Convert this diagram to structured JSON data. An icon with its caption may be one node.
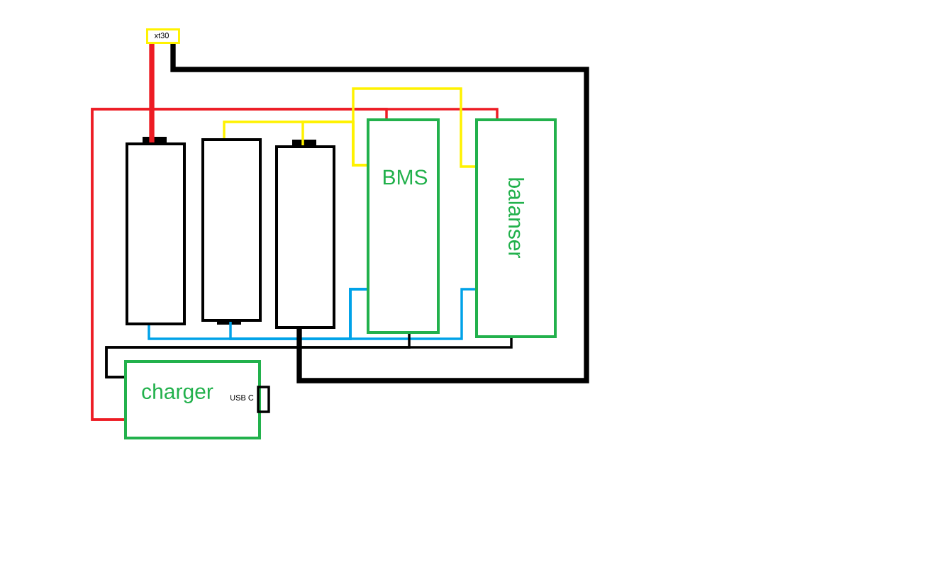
{
  "diagram": {
    "nodes": [
      {
        "text": [
          "xt30"
        ]
      },
      {
        "text": [],
        "shape": "box"
      },
      {
        "text": [],
        "shape": "box"
      },
      {
        "text": [],
        "shape": "box"
      },
      {
        "text": [
          "BMS"
        ]
      },
      {
        "text": [
          "balanser"
        ]
      },
      {
        "text": [
          "charger",
          "USB C"
        ]
      }
    ],
    "edges": [
      {
        "from": 0,
        "to": 1,
        "arrow": "none",
        "style": "thick",
        "color": "#ed1c24"
      },
      {
        "from": 6,
        "to": 4,
        "arrow": "none",
        "color": "#ed1c24"
      },
      {
        "from": 6,
        "to": 5,
        "arrow": "none",
        "color": "#ed1c24"
      },
      {
        "from": 2,
        "to": 4,
        "arrow": "none",
        "color": "#fff200"
      },
      {
        "from": 3,
        "to": 4,
        "arrow": "none",
        "color": "#fff200"
      },
      {
        "from": 4,
        "to": 5,
        "arrow": "none",
        "color": "#fff200"
      },
      {
        "from": 1,
        "to": 4,
        "arrow": "none",
        "color": "#00a2e8"
      },
      {
        "from": 2,
        "to": 4,
        "arrow": "none",
        "color": "#00a2e8"
      },
      {
        "from": 4,
        "to": 5,
        "arrow": "none",
        "color": "#00a2e8"
      },
      {
        "from": 4,
        "to": 6,
        "arrow": "none",
        "color": "#000000"
      },
      {
        "from": 5,
        "to": 6,
        "arrow": "none",
        "color": "#000000"
      },
      {
        "from": 3,
        "to": 0,
        "arrow": "none",
        "style": "thick",
        "color": "#000000"
      }
    ]
  }
}
